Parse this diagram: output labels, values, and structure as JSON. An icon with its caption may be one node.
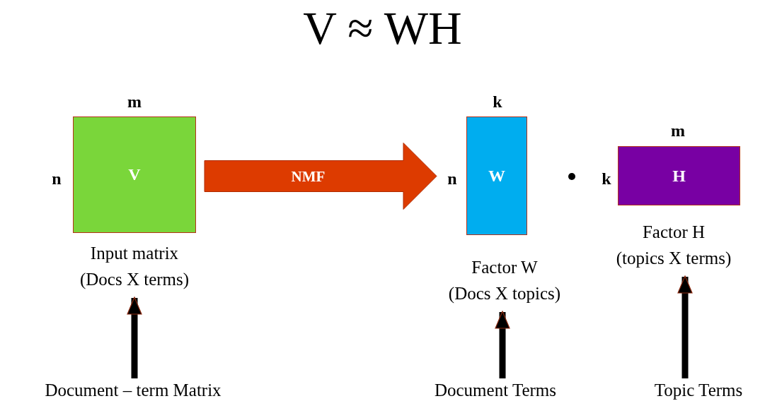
{
  "diagram": {
    "title": "V ≈ WH",
    "nodes": [
      {
        "text": [
          "V"
        ],
        "beside": [
          "m",
          "n"
        ]
      },
      {
        "text": [
          "Input matrix",
          "(Docs X terms)"
        ]
      },
      {
        "text": [
          "W"
        ],
        "beside": [
          "k",
          "n"
        ]
      },
      {
        "text": [
          "Factor W",
          "(Docs X topics)"
        ]
      },
      {
        "text": [
          "H"
        ],
        "beside": [
          "m",
          "k"
        ]
      },
      {
        "text": [
          "Factor H",
          "(topics X terms)"
        ]
      },
      {
        "text": [
          "Document – term Matrix"
        ]
      },
      {
        "text": [
          "Document Terms"
        ]
      },
      {
        "text": [
          "Topic Terms"
        ]
      }
    ],
    "edges": [
      {
        "from": 0,
        "to": 2,
        "arrow": "to",
        "label": "NMF",
        "style": "thick",
        "color": "#dd3b00"
      },
      {
        "from": 6,
        "to": 1,
        "arrow": "to"
      },
      {
        "from": 7,
        "to": 3,
        "arrow": "to"
      },
      {
        "from": 8,
        "to": 5,
        "arrow": "to"
      }
    ]
  }
}
